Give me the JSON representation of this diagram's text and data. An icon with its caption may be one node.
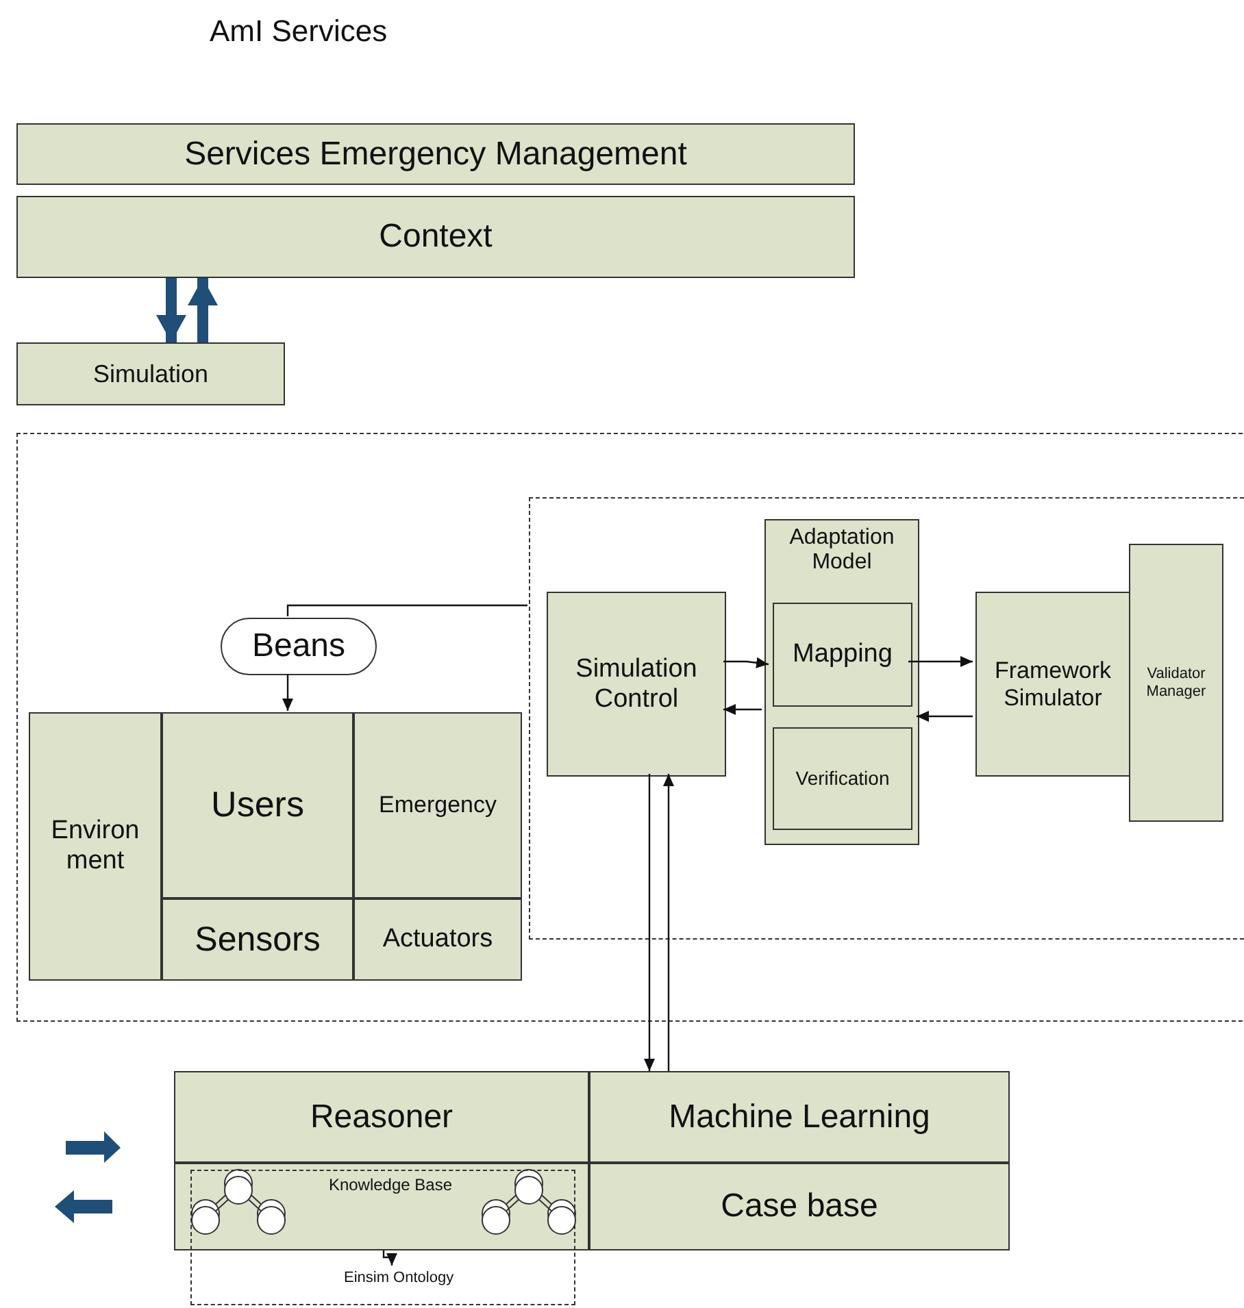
{
  "diagram": {
    "title": "AmI Services",
    "nodes": [
      {
        "text": [
          "Services Emergency Management"
        ]
      },
      {
        "text": [
          "Context"
        ]
      },
      {
        "text": [
          "Simulation"
        ]
      },
      {
        "text": [],
        "shape": "box"
      },
      {
        "text": [],
        "shape": "box",
        "in": 3
      },
      {
        "text": [
          "Beans"
        ],
        "in": 3
      },
      {
        "text": [
          "Environ ment"
        ],
        "in": 3
      },
      {
        "text": [
          "Users"
        ],
        "in": 3
      },
      {
        "text": [
          "Emergency"
        ],
        "in": 3
      },
      {
        "text": [
          "Sensors"
        ],
        "in": 3
      },
      {
        "text": [
          "Actuators"
        ],
        "in": 3
      },
      {
        "text": [
          "Simulation Control"
        ],
        "in": 4
      },
      {
        "text": [
          "Adaptation Model"
        ],
        "in": 4
      },
      {
        "text": [
          "Mapping"
        ],
        "in": 12
      },
      {
        "text": [
          "Verification"
        ],
        "in": 12
      },
      {
        "text": [
          "Framework Simulator"
        ],
        "in": 4
      },
      {
        "text": [
          "Validator Manager"
        ],
        "in": 4
      },
      {
        "text": [
          "Reasoner"
        ]
      },
      {
        "text": [
          "Machine Learning"
        ]
      },
      {
        "text": [],
        "shape": "box"
      },
      {
        "text": [
          "Knowledge Base"
        ],
        "in": 19
      },
      {
        "text": [],
        "shape": "box"
      },
      {
        "text": [
          "Einsim Ontology"
        ],
        "in": 21
      },
      {
        "text": [
          "Case base"
        ]
      }
    ],
    "edges": [
      {
        "from": 1,
        "to": 2,
        "arrow": "to",
        "style": "thick",
        "color": "#1f4e79"
      },
      {
        "from": 2,
        "to": 1,
        "arrow": "to",
        "style": "thick",
        "color": "#1f4e79"
      },
      {
        "from": 4,
        "to": 5,
        "arrow": "none"
      },
      {
        "from": 5,
        "to": 7,
        "arrow": "to"
      },
      {
        "from": 11,
        "to": 13,
        "arrow": "to"
      },
      {
        "from": 12,
        "to": 11,
        "arrow": "to"
      },
      {
        "from": 13,
        "to": 15,
        "arrow": "to"
      },
      {
        "from": 15,
        "to": 12,
        "arrow": "to"
      },
      {
        "from": 11,
        "to": 18,
        "arrow": "to"
      },
      {
        "from": 18,
        "to": 11,
        "arrow": "to"
      },
      {
        "from": 19,
        "to": 22,
        "arrow": "to"
      }
    ]
  }
}
